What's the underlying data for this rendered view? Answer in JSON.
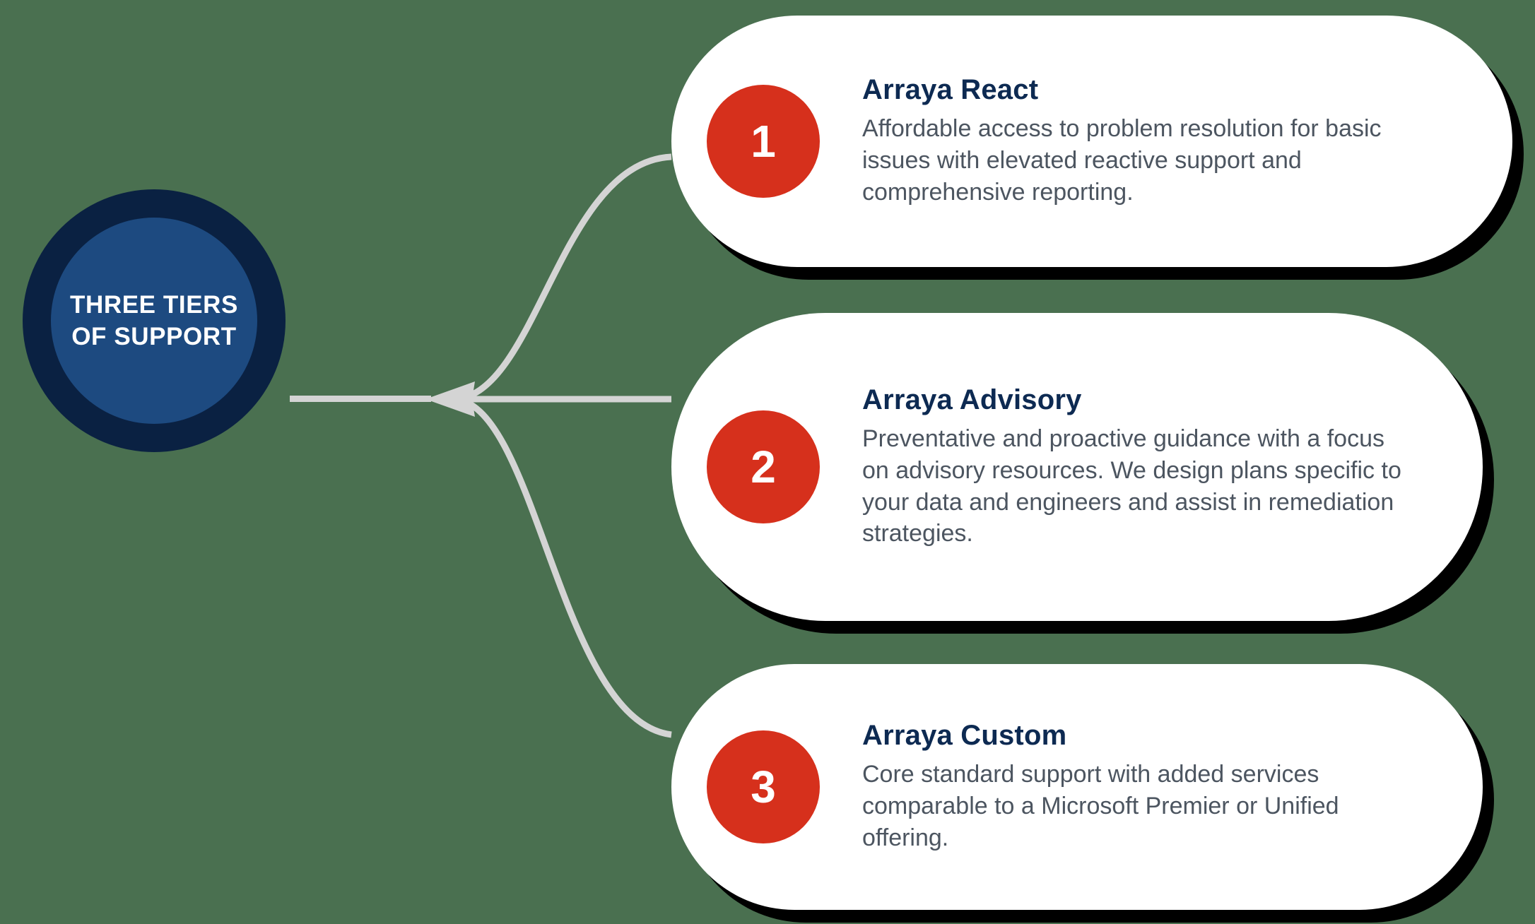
{
  "theme": {
    "background": "#4a7050",
    "hub_outer": "#0a2142",
    "hub_inner": "#1d4a80",
    "badge": "#d6301c",
    "card_bg": "#ffffff",
    "shadow": "#000000",
    "title_color": "#0d2a52",
    "body_color": "#4c5560",
    "connector": "#d4d4d4"
  },
  "hub": {
    "label": "THREE TIERS\nOF SUPPORT"
  },
  "tiers": [
    {
      "number": "1",
      "title": "Arraya React",
      "description": "Affordable access to problem resolution for basic issues with elevated reactive support and comprehensive reporting."
    },
    {
      "number": "2",
      "title": "Arraya Advisory",
      "description": "Preventative and proactive guidance with a focus on advisory resources. We design plans specific to your data and engineers and assist in remediation strategies."
    },
    {
      "number": "3",
      "title": "Arraya Custom",
      "description": "Core standard support with added services comparable to a Microsoft Premier or Unified offering."
    }
  ]
}
